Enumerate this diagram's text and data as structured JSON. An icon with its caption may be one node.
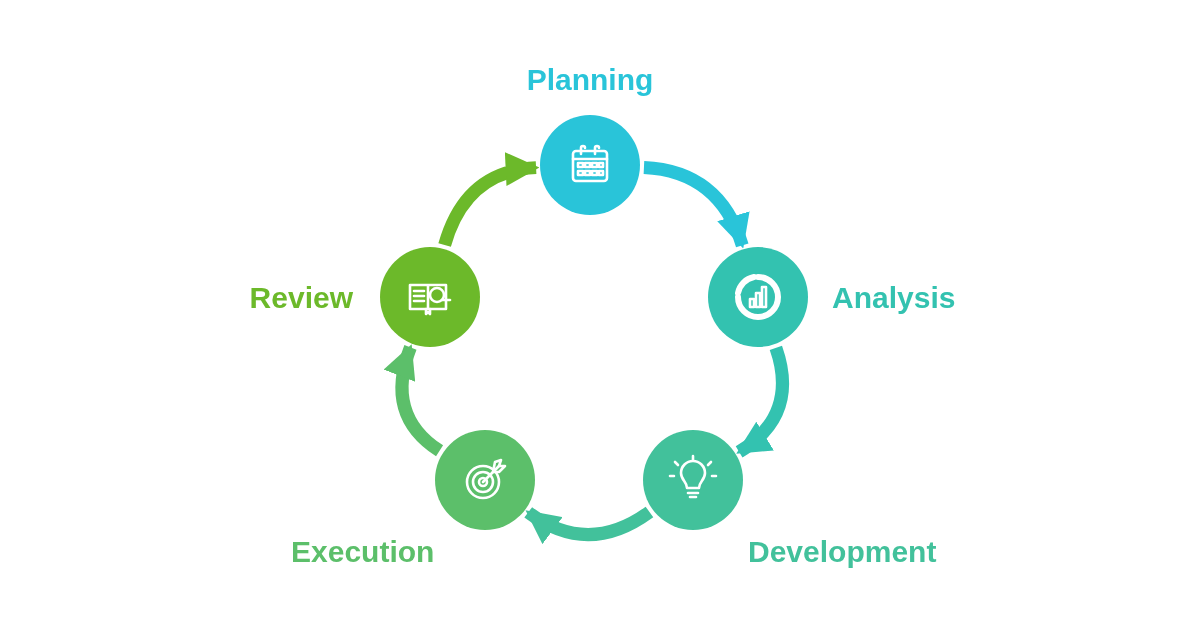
{
  "diagram": {
    "nodes": [
      {
        "text": [
          "Planning"
        ]
      },
      {
        "text": [
          "Analysis"
        ]
      },
      {
        "text": [
          "Development"
        ]
      },
      {
        "text": [
          "Execution"
        ]
      },
      {
        "text": [
          "Review"
        ]
      }
    ],
    "edges": [
      {
        "from": 0,
        "to": 1,
        "arrow": "to",
        "color": "#29c4d9"
      },
      {
        "from": 1,
        "to": 2,
        "arrow": "to",
        "color": "#33c2b0"
      },
      {
        "from": 2,
        "to": 3,
        "arrow": "to",
        "color": "#42c19b"
      },
      {
        "from": 3,
        "to": 4,
        "arrow": "to",
        "color": "#5cbf6a"
      },
      {
        "from": 4,
        "to": 0,
        "arrow": "to",
        "color": "#6cb92a"
      }
    ]
  }
}
